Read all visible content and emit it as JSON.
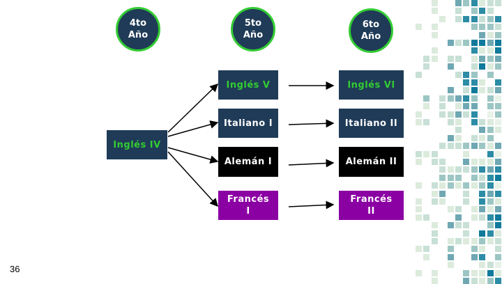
{
  "grades": {
    "g4": {
      "line1": "4to",
      "line2": "Año"
    },
    "g5": {
      "line1": "5to",
      "line2": "Año"
    },
    "g6": {
      "line1": "6to",
      "line2": "Año"
    }
  },
  "source": {
    "label": "Inglés IV"
  },
  "fifth_year": [
    {
      "label": "Inglés V",
      "style": "navy-green"
    },
    {
      "label": "Italiano I",
      "style": "navy"
    },
    {
      "label": "Alemán I",
      "style": "black"
    },
    {
      "label": "Francés\nI",
      "style": "purple"
    }
  ],
  "sixth_year": [
    {
      "label": "Inglés VI",
      "style": "navy-green"
    },
    {
      "label": "Italiano II",
      "style": "navy"
    },
    {
      "label": "Alemán II",
      "style": "black"
    },
    {
      "label": "Francés\nII",
      "style": "purple"
    }
  ],
  "page_number": "36",
  "colors": {
    "navy": "#1f3b57",
    "green": "#33cc33",
    "black": "#000000",
    "purple": "#8b00a3"
  }
}
